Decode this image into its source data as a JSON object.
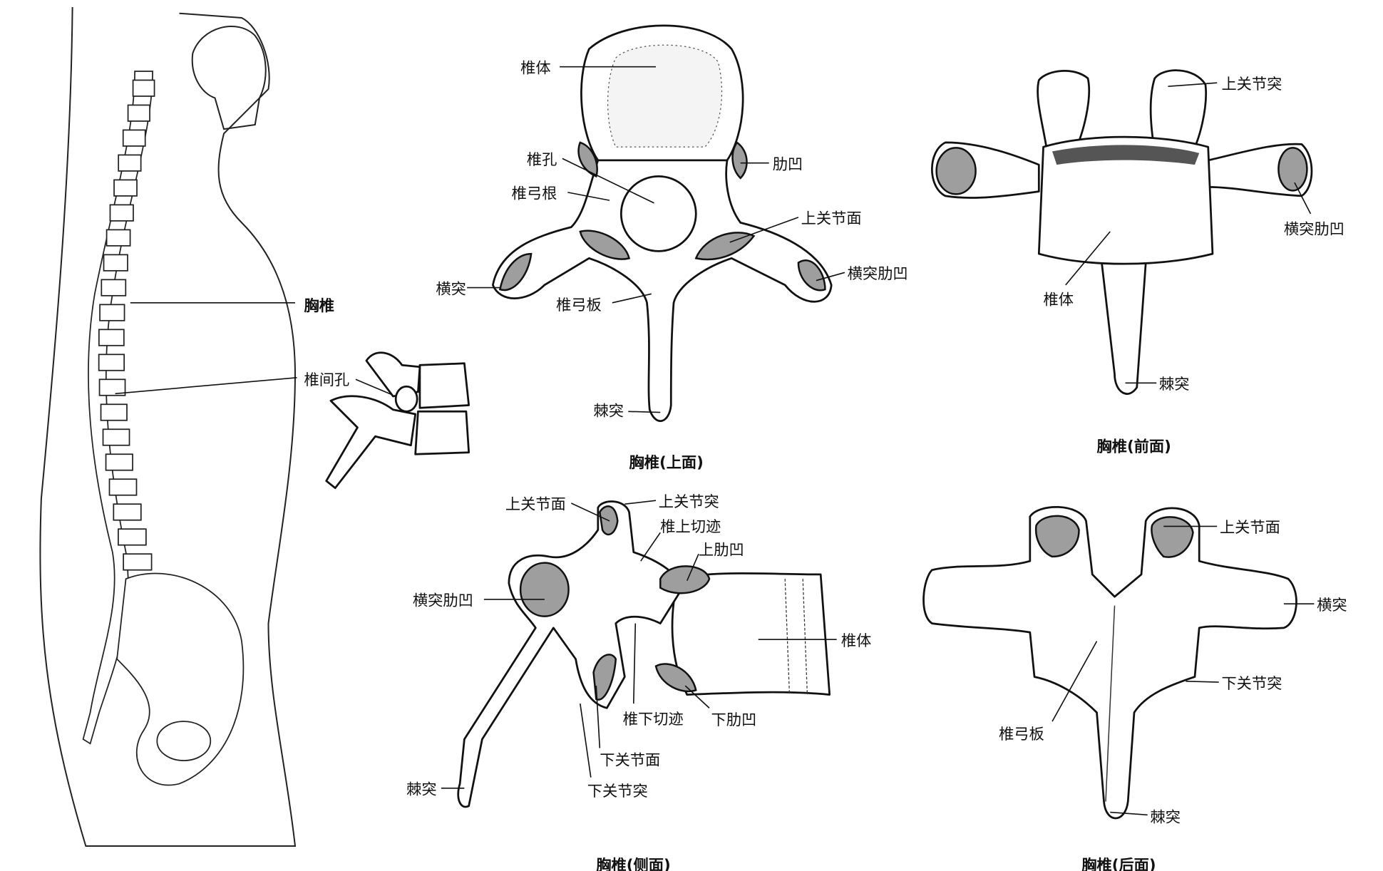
{
  "left_figure": {
    "labels": {
      "thoracic_vertebrae": "胸椎",
      "intervertebral_foramen": "椎间孔"
    }
  },
  "superior_view": {
    "caption": "胸椎(上面)",
    "labels": {
      "vertebral_body": "椎体",
      "vertebral_foramen": "椎孔",
      "pedicle": "椎弓根",
      "costal_fovea": "肋凹",
      "superior_articular_facet": "上关节面",
      "transverse_process": "横突",
      "transverse_costal_fovea": "横突肋凹",
      "lamina": "椎弓板",
      "spinous_process": "棘突"
    }
  },
  "anterior_view": {
    "caption": "胸椎(前面)",
    "labels": {
      "superior_articular_process": "上关节突",
      "transverse_costal_fovea": "横突肋凹",
      "vertebral_body": "椎体",
      "spinous_process": "棘突"
    }
  },
  "lateral_view": {
    "caption": "胸椎(侧面)",
    "labels": {
      "superior_articular_facet": "上关节面",
      "superior_articular_process": "上关节突",
      "superior_vertebral_notch": "椎上切迹",
      "superior_costal_fovea": "上肋凹",
      "transverse_costal_fovea": "横突肋凹",
      "vertebral_body": "椎体",
      "inferior_vertebral_notch": "椎下切迹",
      "inferior_costal_fovea": "下肋凹",
      "inferior_articular_facet": "下关节面",
      "inferior_articular_process": "下关节突",
      "spinous_process": "棘突"
    }
  },
  "posterior_view": {
    "caption": "胸椎(后面)",
    "labels": {
      "superior_articular_facet": "上关节面",
      "transverse_process": "横突",
      "inferior_articular_process": "下关节突",
      "lamina": "椎弓板",
      "spinous_process": "棘突"
    }
  }
}
